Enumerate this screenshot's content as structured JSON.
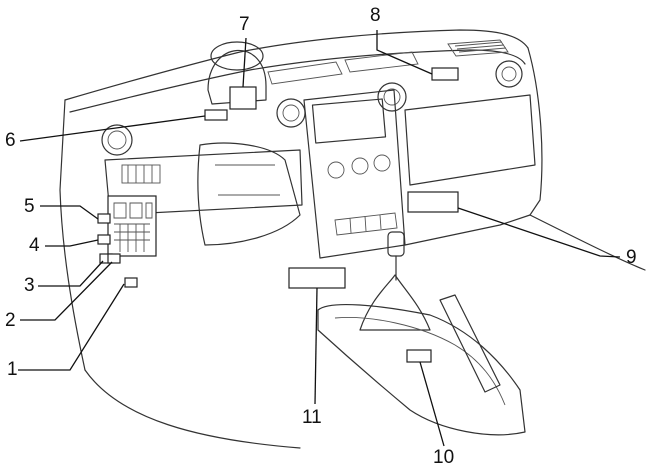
{
  "callouts": [
    {
      "id": "1",
      "text": "1"
    },
    {
      "id": "2",
      "text": "2"
    },
    {
      "id": "3",
      "text": "3"
    },
    {
      "id": "4",
      "text": "4"
    },
    {
      "id": "5",
      "text": "5"
    },
    {
      "id": "6",
      "text": "6"
    },
    {
      "id": "7",
      "text": "7"
    },
    {
      "id": "8",
      "text": "8"
    },
    {
      "id": "9",
      "text": "9"
    },
    {
      "id": "10",
      "text": "10"
    },
    {
      "id": "11",
      "text": "11"
    }
  ],
  "colors": {
    "line": "#333333",
    "background": "#ffffff"
  }
}
